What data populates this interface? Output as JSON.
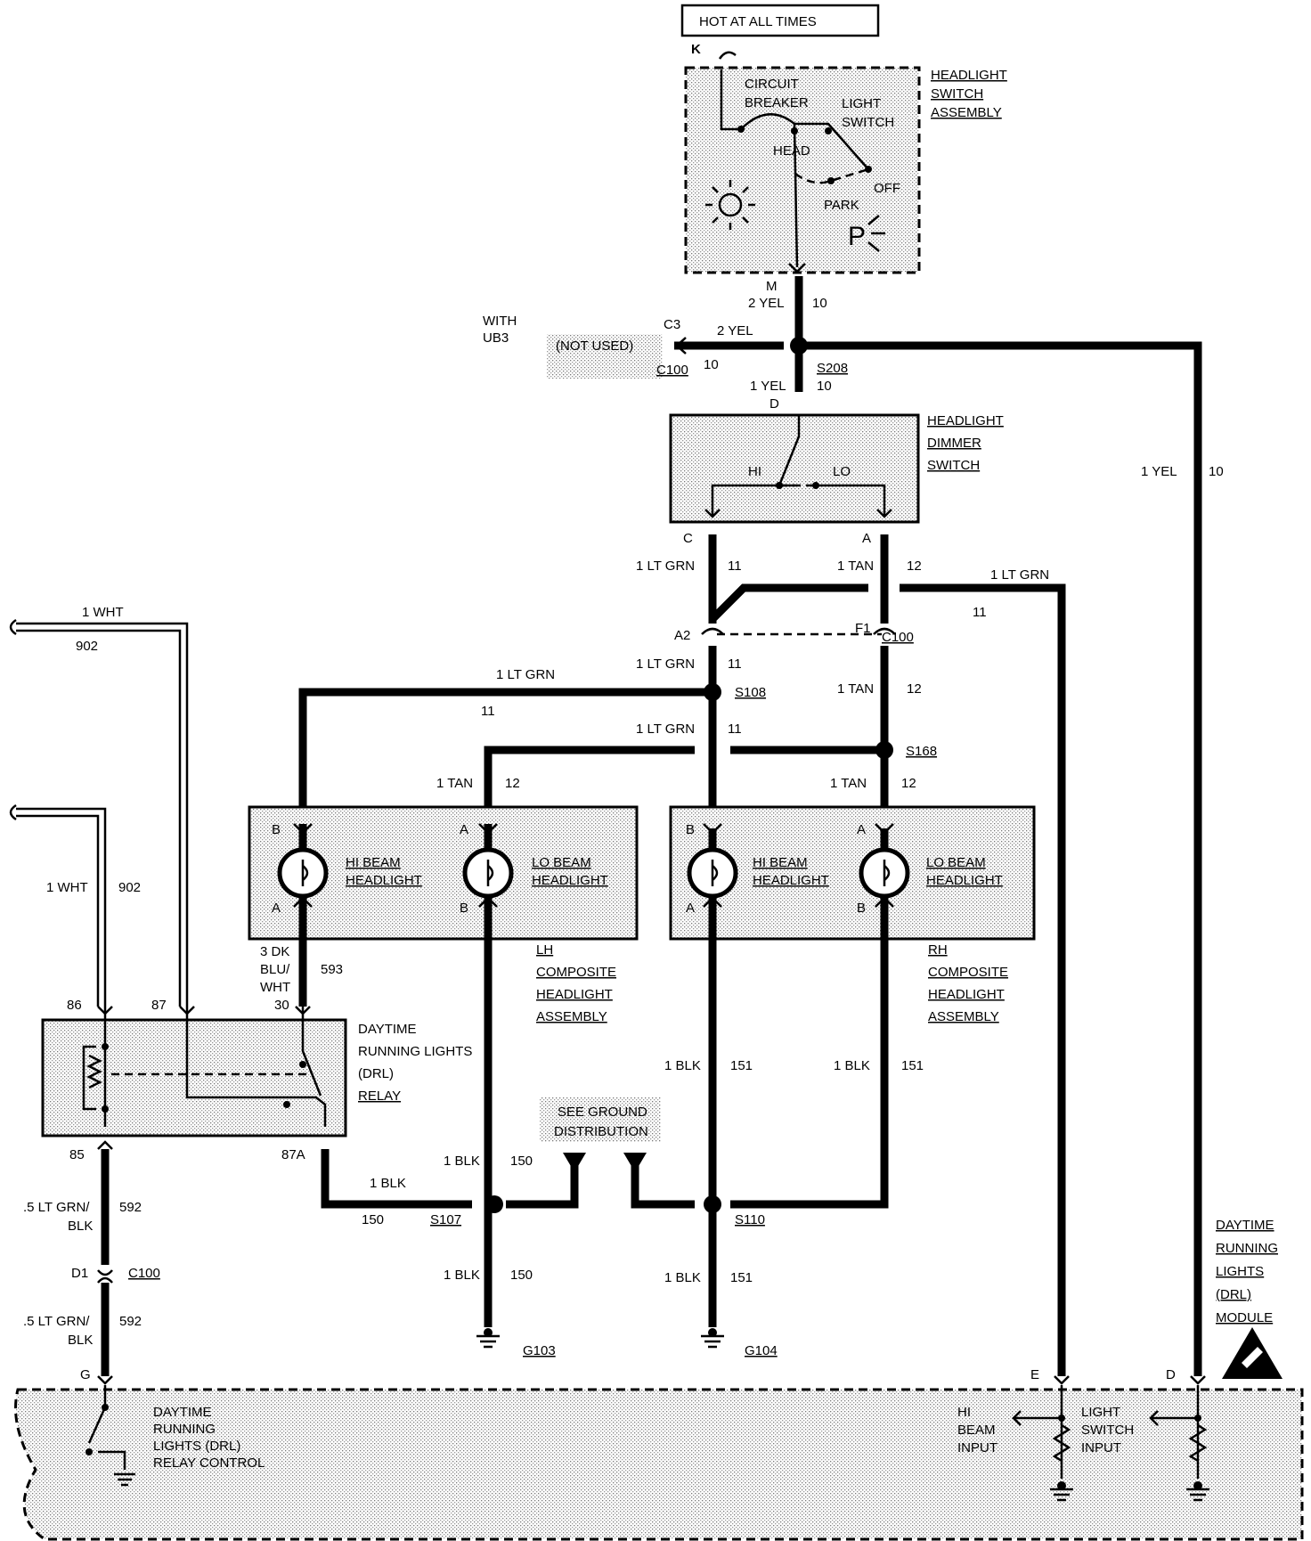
{
  "hot_label": "HOT AT ALL TIMES",
  "headlight_switch": {
    "pin_k": "K",
    "circuit_breaker_1": "CIRCUIT",
    "circuit_breaker_2": "BREAKER",
    "light_switch_1": "LIGHT",
    "light_switch_2": "SWITCH",
    "head": "HEAD",
    "park": "PARK",
    "off": "OFF",
    "title_1": "HEADLIGHT",
    "title_2": "SWITCH",
    "title_3": "ASSEMBLY",
    "pin_m": "M"
  },
  "wires": {
    "yel2": "2 YEL",
    "yel2b": "2 YEL",
    "yel1": "1 YEL",
    "yel1_right": "1 YEL",
    "c10": "10",
    "c10b": "10",
    "c10c": "10",
    "c10d": "10",
    "with": "WITH",
    "ub3": "UB3",
    "not_used": "(NOT USED)",
    "c3": "C3",
    "c100": "C100",
    "s208": "S208",
    "pin_d": "D"
  },
  "dimmer": {
    "title_1": "HEADLIGHT",
    "title_2": "DIMMER",
    "title_3": "SWITCH",
    "hi": "HI",
    "lo": "LO",
    "pin_c": "C",
    "pin_a": "A"
  },
  "mid": {
    "ltgrn1": "1 LT GRN",
    "ltgrn2": "1 LT GRN",
    "ltgrn3": "1 LT GRN",
    "ltgrn4": "1 LT GRN",
    "ltgrn5": "1 LT GRN",
    "tan1": "1 TAN",
    "tan2": "1 TAN",
    "tan3": "1 TAN",
    "tan4": "1 TAN",
    "c11": "11",
    "c12": "12",
    "a2": "A2",
    "f1": "F1",
    "c100": "C100",
    "s108": "S108",
    "s168": "S168"
  },
  "relay_feed": {
    "wht1": "1 WHT",
    "wht2": "1 WHT",
    "c902": "902"
  },
  "lh": {
    "hi_1": "HI BEAM",
    "hi_2": "HEADLIGHT",
    "lo_1": "LO BEAM",
    "lo_2": "HEADLIGHT",
    "pin_a": "A",
    "pin_b": "B",
    "t1": "LH",
    "t2": "COMPOSITE",
    "t3": "HEADLIGHT",
    "t4": "ASSEMBLY"
  },
  "rh": {
    "hi_1": "HI BEAM",
    "hi_2": "HEADLIGHT",
    "lo_1": "LO BEAM",
    "lo_2": "HEADLIGHT",
    "t1": "RH",
    "t2": "COMPOSITE",
    "t3": "HEADLIGHT",
    "t4": "ASSEMBLY"
  },
  "relay": {
    "w1": "3 DK",
    "w2": "BLU/",
    "w3": "WHT",
    "c593": "593",
    "pin30": "30",
    "pin86": "86",
    "pin87": "87",
    "pin85": "85",
    "pin87a": "87A",
    "t1": "DAYTIME",
    "t2": "RUNNING LIGHTS",
    "t3": "(DRL)",
    "t4": "RELAY"
  },
  "ground": {
    "blk": "1 BLK",
    "c150": "150",
    "c151": "151",
    "s107": "S107",
    "s110": "S110",
    "g103": "G103",
    "g104": "G104",
    "see1": "SEE GROUND",
    "see2": "DISTRIBUTION"
  },
  "drl_ctl": {
    "w1": ".5 LT GRN/",
    "w2": "BLK",
    "c592": "592",
    "d1": "D1",
    "c100": "C100",
    "pin_g": "G"
  },
  "module": {
    "t1": "DAYTIME",
    "t2": "RUNNING",
    "t3": "LIGHTS",
    "t4": "(DRL)",
    "t5": "MODULE",
    "pin_e": "E",
    "pin_d": "D",
    "hi1": "HI",
    "hi2": "BEAM",
    "hi3": "INPUT",
    "ls1": "LIGHT",
    "ls2": "SWITCH",
    "ls3": "INPUT",
    "rc1": "DAYTIME",
    "rc2": "RUNNING",
    "rc3": "LIGHTS (DRL)",
    "rc4": "RELAY CONTROL"
  }
}
